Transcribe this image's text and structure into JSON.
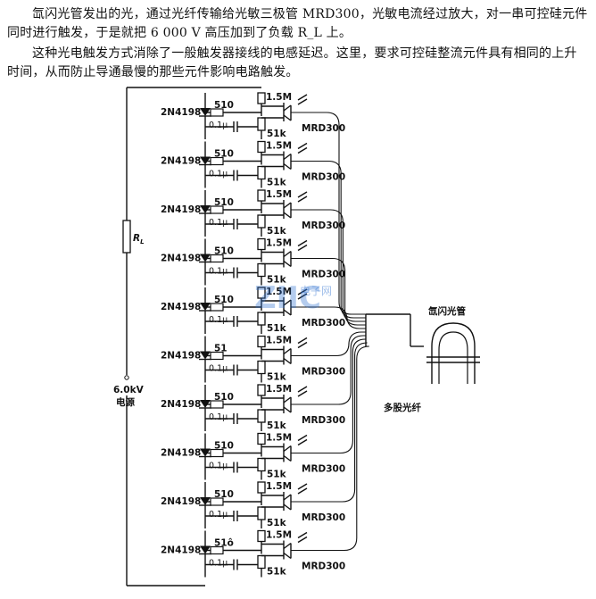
{
  "paragraphs": [
    "氙闪光管发出的光，通过光纤传输给光敏三极管 MRD300，光敏电流经过放大，对一串可控硅元件同时进行触发，于是就把 6 000 V 高压加到了负载 R_L 上。",
    "这种光电触发方式消除了一般触发器接线的电感延迟。这里，要求可控硅整流元件具有相同的上升时间，从而防止导通最慢的那些元件影响电路触发。"
  ],
  "diagram": {
    "stages": [
      {
        "scr": "2N4198",
        "r_gate": "510",
        "cap": "0.1μ",
        "r_top": "1.5M",
        "r_bottom": "51k",
        "transistor": "MRD300"
      },
      {
        "scr": "2N4198",
        "r_gate": "510",
        "cap": "0.1μ",
        "r_top": "1.5M",
        "r_bottom": "51k",
        "transistor": "MRD300"
      },
      {
        "scr": "2N4198",
        "r_gate": "510",
        "cap": "0.1μ",
        "r_top": "1.5M",
        "r_bottom": "51k",
        "transistor": "MRD300"
      },
      {
        "scr": "2N4198",
        "r_gate": "510",
        "cap": "0.1μ",
        "r_top": "1.5M",
        "r_bottom": "51k",
        "transistor": "MRD300"
      },
      {
        "scr": "2N4198",
        "r_gate": "510",
        "cap": "0.1μ",
        "r_top": "1.5M",
        "r_bottom": "51k",
        "transistor": "MRD300"
      },
      {
        "scr": "2N4198",
        "r_gate": "51",
        "cap": "0.1μ",
        "r_top": "1.5M",
        "r_bottom": "51k",
        "transistor": "MRD300"
      },
      {
        "scr": "2N4198",
        "r_gate": "510",
        "cap": "0.1μ",
        "r_top": "1.5M",
        "r_bottom": "51k",
        "transistor": "MRD300"
      },
      {
        "scr": "2N4198",
        "r_gate": "510",
        "cap": "0.1μ",
        "r_top": "1.5M",
        "r_bottom": "51k",
        "transistor": "MRD300"
      },
      {
        "scr": "2N4198",
        "r_gate": "510",
        "cap": "0.1μ",
        "r_top": "1.5M",
        "r_bottom": "51k",
        "transistor": "MRD300"
      },
      {
        "scr": "2N4198",
        "r_gate": "51ô",
        "cap": "0.1μ",
        "r_top": "1.5M",
        "r_bottom": "51k",
        "transistor": "MRD300"
      }
    ],
    "load_label": "R_L",
    "supply_voltage": "6.0kV",
    "supply_label": "电源",
    "flash_tube_label": "氙闪光管",
    "fiber_label": "多股光纤",
    "watermark": "ZIIC",
    "watermark_small": "电子网"
  }
}
